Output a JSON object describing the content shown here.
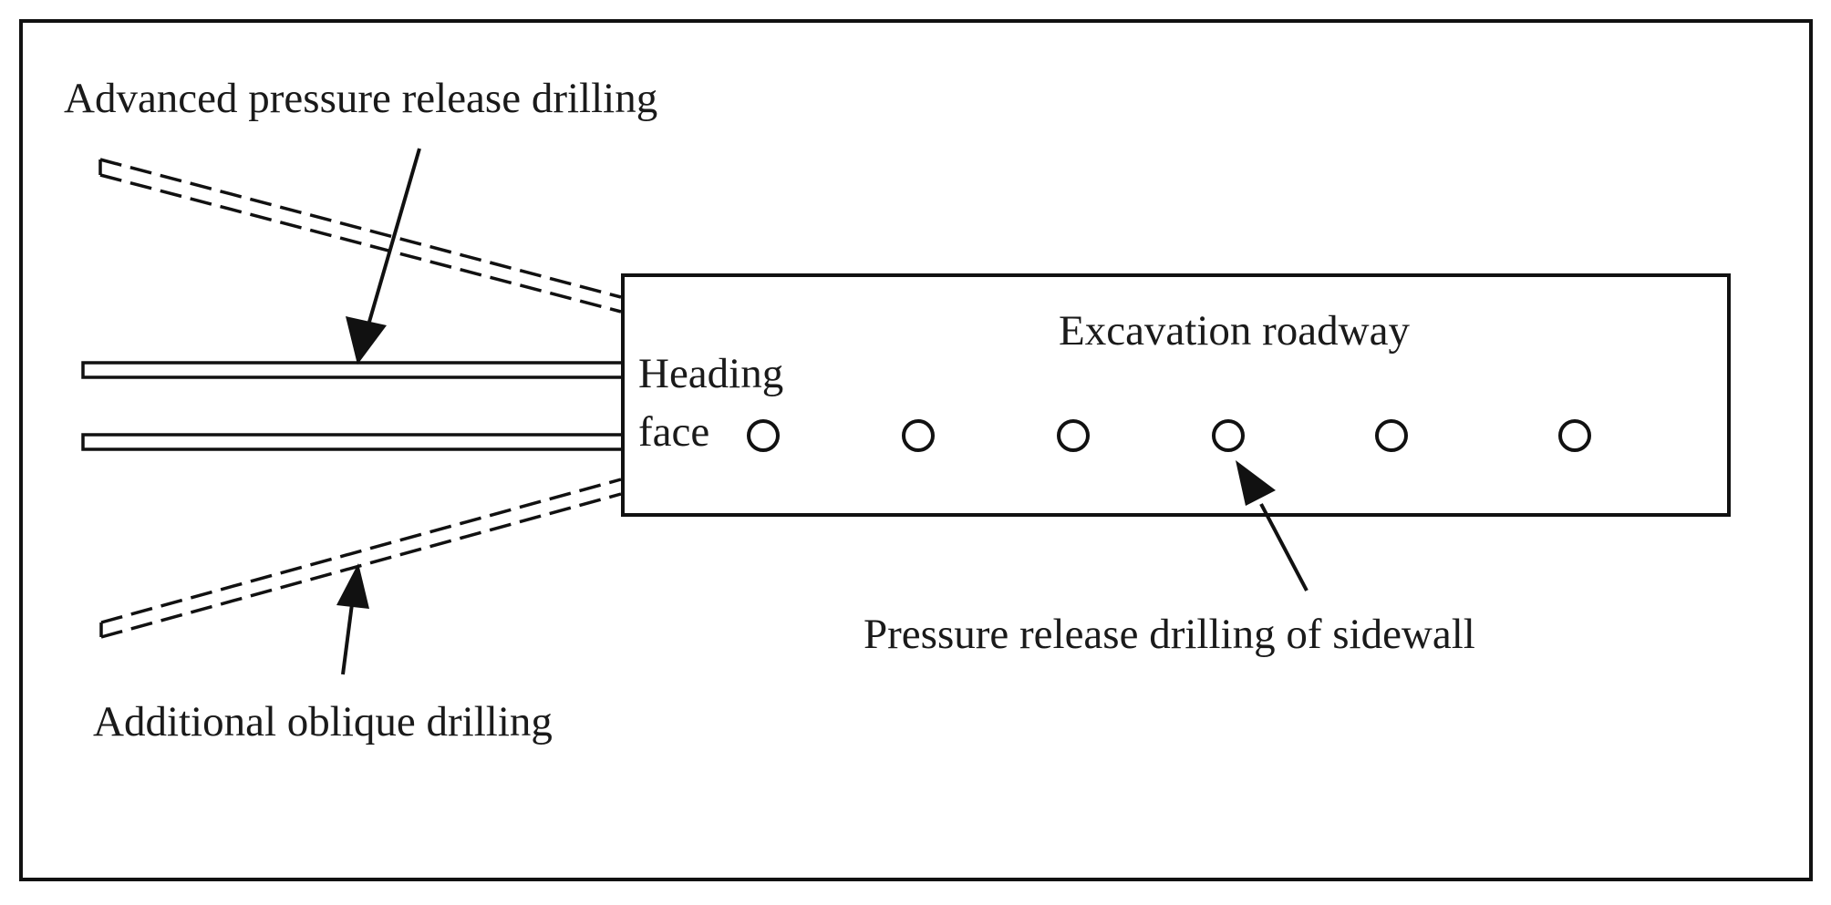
{
  "labels": {
    "advanced_drilling": "Advanced pressure release drilling",
    "excavation_roadway": "Excavation roadway",
    "heading": "Heading",
    "face": "face",
    "sidewall_drilling": "Pressure release drilling of sidewall",
    "oblique_drilling": "Additional oblique drilling"
  },
  "sidewall_hole_count": 6,
  "colors": {
    "line": "#111111",
    "text": "#1a1a1a",
    "background": "#ffffff"
  }
}
